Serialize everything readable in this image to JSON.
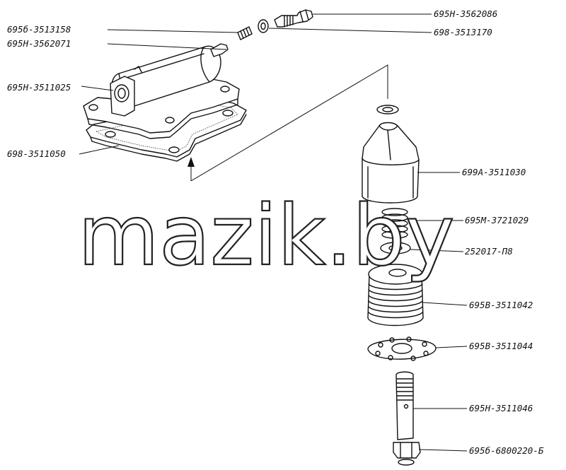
{
  "watermark": "mazik.by",
  "corner_mark": "",
  "labels": {
    "l1": "695Н-3562086",
    "l2": "695б-3513158",
    "l3": "698-3513170",
    "l4": "695Н-3562071",
    "l5": "695Н-3511025",
    "l6": "698-3511050",
    "l7": "699А-3511030",
    "l8": "695М-3721029",
    "l9": "252017-П8",
    "l10": "695В-3511042",
    "l11": "695В-3511044",
    "l12": "695Н-3511046",
    "l13": "695б-6800220-Б"
  }
}
